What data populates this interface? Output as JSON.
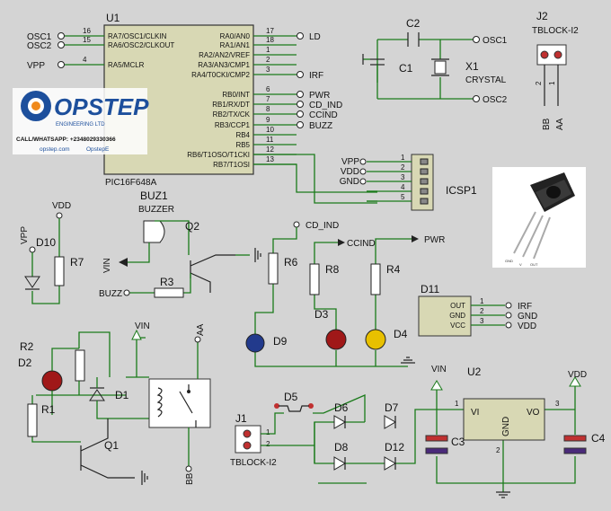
{
  "u1": {
    "ref": "U1",
    "part": "PIC16F648A",
    "left_pins": [
      {
        "num": "16",
        "name": "RA7/OSC1/CLKIN",
        "net": "OSC1"
      },
      {
        "num": "15",
        "name": "RA6/OSC2/CLKOUT",
        "net": "OSC2"
      },
      {
        "num": "4",
        "name": "RA5/MCLR",
        "net": "VPP"
      }
    ],
    "right_pins": [
      {
        "num": "17",
        "name": "RA0/AN0",
        "net": "LD"
      },
      {
        "num": "18",
        "name": "RA1/AN1",
        "net": ""
      },
      {
        "num": "1",
        "name": "RA2/AN2/VREF",
        "net": ""
      },
      {
        "num": "2",
        "name": "RA3/AN3/CMP1",
        "net": ""
      },
      {
        "num": "3",
        "name": "RA4/T0CKI/CMP2",
        "net": "IRF"
      },
      {
        "num": "6",
        "name": "RB0/INT",
        "net": "PWR"
      },
      {
        "num": "7",
        "name": "RB1/RX/DT",
        "net": "CD_IND"
      },
      {
        "num": "8",
        "name": "RB2/TX/CK",
        "net": "CCIND"
      },
      {
        "num": "9",
        "name": "RB3/CCP1",
        "net": "BUZZ"
      },
      {
        "num": "10",
        "name": "RB4",
        "net": ""
      },
      {
        "num": "11",
        "name": "RB5",
        "net": ""
      },
      {
        "num": "12",
        "name": "RB6/T1OSO/T1CKI",
        "net": ""
      },
      {
        "num": "13",
        "name": "RB7/T1OSI",
        "net": ""
      }
    ]
  },
  "osc": {
    "c2": "C2",
    "c1": "C1",
    "x1": "X1",
    "x1_val": "CRYSTAL",
    "osc1": "OSC1",
    "osc2": "OSC2"
  },
  "j2": {
    "ref": "J2",
    "part": "TBLOCK-I2",
    "pin2": "2",
    "pin1": "1",
    "net_bb": "BB",
    "net_aa": "AA"
  },
  "icsp": {
    "ref": "ICSP1",
    "nets": [
      "VPP",
      "VDD",
      "GND",
      "",
      ""
    ],
    "pins": [
      "1",
      "2",
      "3",
      "4",
      "5"
    ]
  },
  "logo": {
    "brand": "OPSTEP",
    "sub": "ENGINEERING LTD",
    "contact": "CALL/WHATSAPP: +2348029330366",
    "site": "opstep.com",
    "handle": "OpstepE"
  },
  "ir_photo": {
    "pin_labels": [
      "GND",
      "V",
      "OUT"
    ]
  },
  "buz": {
    "ref": "BUZ1",
    "part": "BUZZER",
    "q2": "Q2",
    "r3": "R3",
    "vin": "VIN",
    "buzz": "BUZZ"
  },
  "d10": {
    "vpp": "VPP",
    "vdd": "VDD",
    "d10": "D10",
    "r7": "R7"
  },
  "leds": {
    "r6": "R6",
    "cd_ind": "CD_IND",
    "r8": "R8",
    "ccind": "CCIND",
    "r4": "R4",
    "pwr": "PWR",
    "d9": "D9",
    "d3": "D3",
    "d4": "D4"
  },
  "d11": {
    "ref": "D11",
    "pins": [
      {
        "num": "1",
        "name": "OUT",
        "net": "IRF"
      },
      {
        "num": "2",
        "name": "GND",
        "net": "GND"
      },
      {
        "num": "3",
        "name": "VCC",
        "net": "VDD"
      }
    ]
  },
  "relay": {
    "r2": "R2",
    "d2": "D2",
    "r1": "R1",
    "d1": "D1",
    "q1": "Q1",
    "vin": "VIN",
    "aa": "AA",
    "bb": "BB"
  },
  "psu": {
    "j1": "J1",
    "j1_part": "TBLOCK-I2",
    "p1": "1",
    "p2": "2",
    "d5": "D5",
    "d6": "D6",
    "d7": "D7",
    "d8": "D8",
    "d12": "D12",
    "vin": "VIN",
    "u2": "U2",
    "vi": "VI",
    "vo": "VO",
    "gnd": "GND",
    "p1u": "1",
    "p3u": "3",
    "p2u": "2",
    "c3": "C3",
    "c4": "C4",
    "vdd": "VDD"
  }
}
